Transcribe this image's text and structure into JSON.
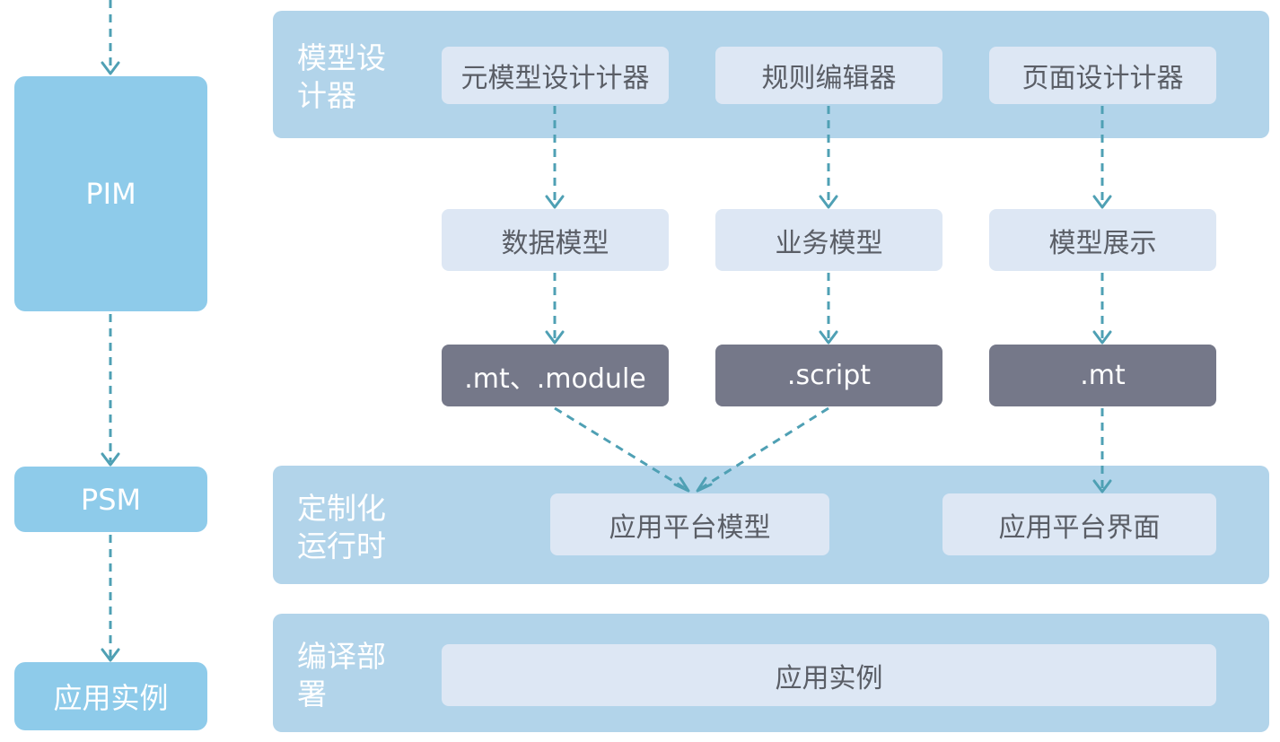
{
  "stages": {
    "pim": "PIM",
    "psm": "PSM",
    "instance": "应用实例"
  },
  "bands": {
    "design": {
      "label": "模型设计器",
      "tools": [
        "元模型设计计器",
        "规则编辑器",
        "页面设计计器"
      ]
    },
    "models": [
      "数据模型",
      "业务模型",
      "模型展示"
    ],
    "files": [
      ".mt、.module",
      ".script",
      ".mt"
    ],
    "runtime": {
      "label": "定制化运行时",
      "items": [
        "应用平台模型",
        "应用平台界面"
      ]
    },
    "deploy": {
      "label": "编译部署",
      "item": "应用实例"
    }
  },
  "colors": {
    "stage": "#8ecbea",
    "band": "#b2d4ea",
    "light_box": "#dde7f4",
    "dark_box": "#757889",
    "connector": "#4fa0b4"
  }
}
